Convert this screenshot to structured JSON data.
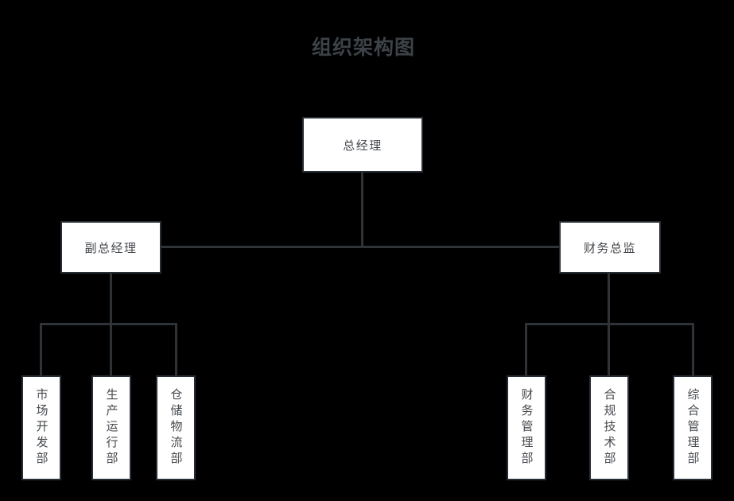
{
  "page": {
    "title": "组织架构图"
  },
  "colors": {
    "background": "#000000",
    "node_fill": "#ffffff",
    "node_border": "#272d35",
    "connector_line": "#2f3338",
    "node_text": "#45494e",
    "title_text": "#3d4248"
  },
  "chart": {
    "root": {
      "label": "总经理"
    },
    "branches": [
      {
        "label": "副总经理",
        "children": [
          {
            "label": "市场开发部"
          },
          {
            "label": "生产运行部"
          },
          {
            "label": "仓储物流部"
          }
        ]
      },
      {
        "label": "财务总监",
        "children": [
          {
            "label": "财务管理部"
          },
          {
            "label": "合规技术部"
          },
          {
            "label": "综合管理部"
          }
        ]
      }
    ]
  }
}
